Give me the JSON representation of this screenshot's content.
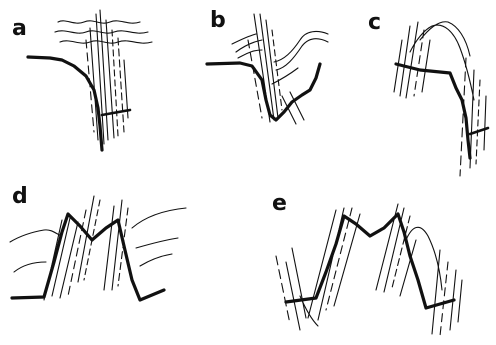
{
  "colors": {
    "ink": "#111111",
    "background": "#ffffff"
  },
  "panels": [
    {
      "id": "a",
      "label": "a"
    },
    {
      "id": "b",
      "label": "b"
    },
    {
      "id": "c",
      "label": "c"
    },
    {
      "id": "d",
      "label": "d"
    },
    {
      "id": "e",
      "label": "e"
    }
  ]
}
